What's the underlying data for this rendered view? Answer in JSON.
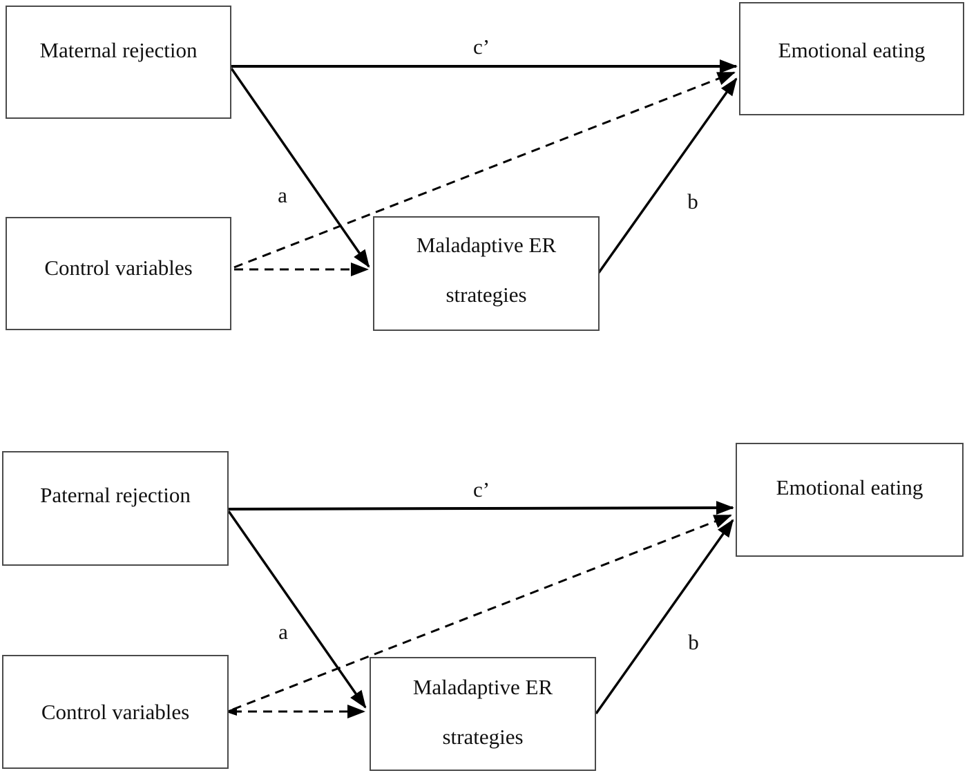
{
  "figure": {
    "colors": {
      "background": "#ffffff",
      "line": "#000000",
      "box_border": "#4a4a4a",
      "text": "#111111"
    },
    "panels": [
      {
        "name": "maternal-mediation-model",
        "predictor": "Maternal rejection",
        "control": "Control variables",
        "mediator_line1": "Maladaptive ER",
        "mediator_line2": "strategies",
        "outcome": "Emotional eating",
        "path_labels": {
          "a": "a",
          "b": "b",
          "c_prime": "c’"
        }
      },
      {
        "name": "paternal-mediation-model",
        "predictor": "Paternal rejection",
        "control": "Control variables",
        "mediator_line1": "Maladaptive ER",
        "mediator_line2": "strategies",
        "outcome": "Emotional eating",
        "path_labels": {
          "a": "a",
          "b": "b",
          "c_prime": "c’"
        }
      }
    ]
  }
}
